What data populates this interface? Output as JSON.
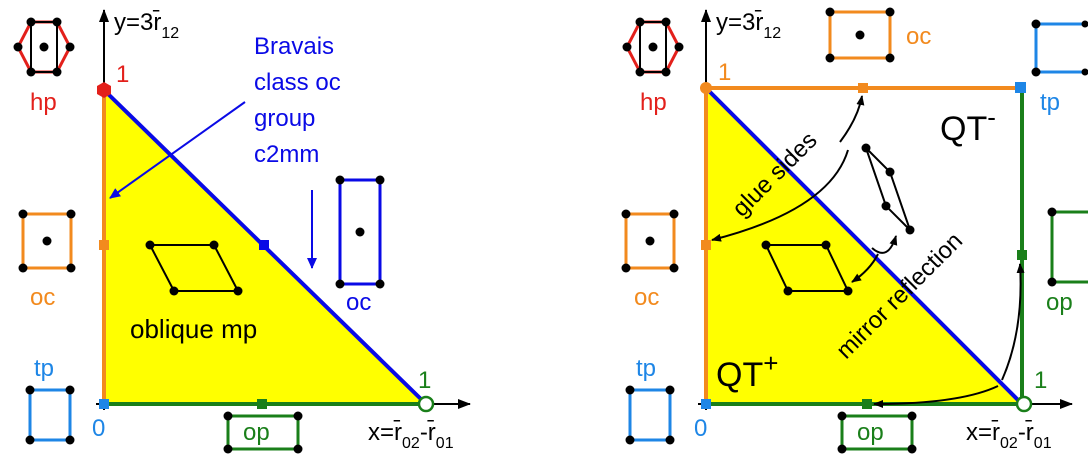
{
  "colors": {
    "fill": "#FFFF00",
    "orange": "#F28A1E",
    "blue": "#0A0AE6",
    "green": "#1A7F1A",
    "red": "#E3201B",
    "lightblue": "#1E86E6",
    "black": "#000000"
  },
  "left": {
    "y_axis_label": "y=3r̄",
    "y_axis_sub": "12",
    "x_axis_label": "x=r̄",
    "x_axis_sub1": "02",
    "x_axis_mid": "-r̄",
    "x_axis_sub2": "01",
    "label_1_y": "1",
    "label_1_x": "1",
    "label_0": "0",
    "hp": "hp",
    "oc_left": "oc",
    "oc_right": "oc",
    "tp": "tp",
    "op": "op",
    "bravais_lines": [
      "Bravais",
      "class oc",
      "group",
      "c2mm"
    ],
    "oblique": "oblique mp"
  },
  "right": {
    "y_axis_label": "y=3r̄",
    "y_axis_sub": "12",
    "x_axis_label": "x=r̄",
    "x_axis_sub1": "02",
    "x_axis_mid": "-r̄",
    "x_axis_sub2": "01",
    "label_1_y": "1",
    "label_1_x": "1",
    "label_0": "0",
    "hp": "hp",
    "oc_top": "oc",
    "oc_left": "oc",
    "tp_top": "tp",
    "tp_bottom": "tp",
    "op_right": "op",
    "op_bottom": "op",
    "qt_minus": "QT",
    "qt_minus_sup": "-",
    "qt_plus": "QT",
    "qt_plus_sup": "+",
    "glue": "glue sides",
    "mirror": "mirror reflection"
  }
}
